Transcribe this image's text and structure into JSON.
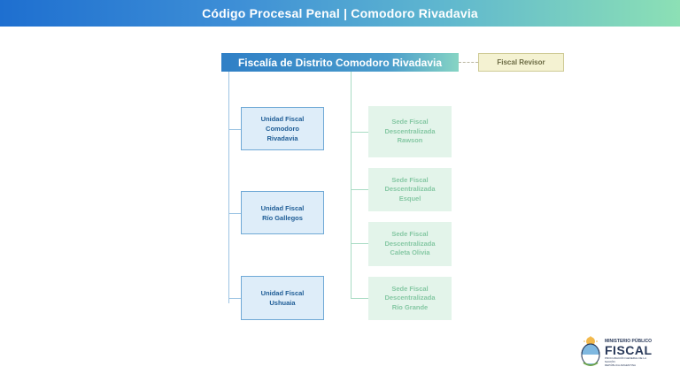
{
  "header": {
    "title": "Código Procesal Penal | Comodoro Rivadavia"
  },
  "root": {
    "label": "Fiscalía de Distrito Comodoro Rivadavia"
  },
  "revisor": {
    "label": "Fiscal Revisor"
  },
  "units": [
    {
      "label": "Unidad Fiscal\nComodoro\nRivadavia"
    },
    {
      "label": "Unidad Fiscal\nRío Gallegos"
    },
    {
      "label": "Unidad Fiscal\nUshuaia"
    }
  ],
  "sedes": [
    {
      "label": "Sede Fiscal\nDescentralizada\nRawson"
    },
    {
      "label": "Sede Fiscal\nDescentralizada\nEsquel"
    },
    {
      "label": "Sede Fiscal\nDescentralizada\nCaleta Olivia"
    },
    {
      "label": "Sede Fiscal\nDescentralizada\nRío Grande"
    }
  ],
  "logo": {
    "line1": "MINISTERIO PÚBLICO",
    "line2": "FISCAL",
    "line3": "PROCURACIÓN GENERAL DE LA NACIÓN",
    "line4": "REPÚBLICA ARGENTINA"
  },
  "colors": {
    "header_start": "#1e6fd0",
    "header_end": "#8ce0b5",
    "unit_border": "#6fa9d6",
    "unit_fill": "#deedf9",
    "sede_fill": "#e3f4ea",
    "revisor_fill": "#f4f2d2"
  }
}
